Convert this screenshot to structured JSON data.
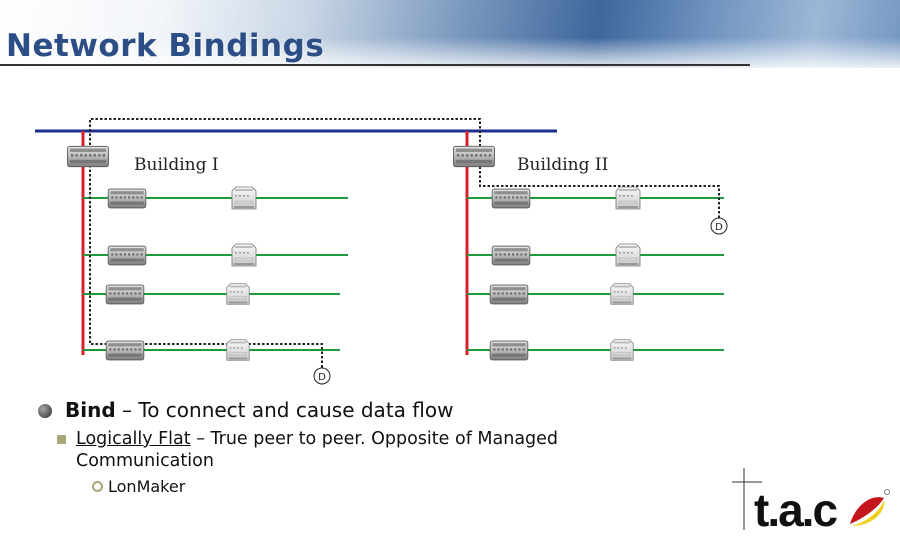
{
  "slide": {
    "title": "Network Bindings"
  },
  "diagram": {
    "building1_label": "Building I",
    "building2_label": "Building II",
    "device_label": "D"
  },
  "bullets": {
    "level1": {
      "term": "Bind",
      "text": " – To connect and cause data flow"
    },
    "level2": {
      "term": "Logically Flat",
      "text": " – True peer to peer.  Opposite of Managed Communication"
    },
    "level3": {
      "text": "LonMaker"
    }
  },
  "logo": {
    "text": "t.a.c"
  },
  "colors": {
    "title": "#2c4e86",
    "backbone": "#1f2f8f",
    "riser": "#d4202a",
    "channel": "#1f9a3a",
    "binding": "#222222",
    "logo_swoosh_red": "#c4161c",
    "logo_swoosh_yellow": "#f2cf1b"
  }
}
